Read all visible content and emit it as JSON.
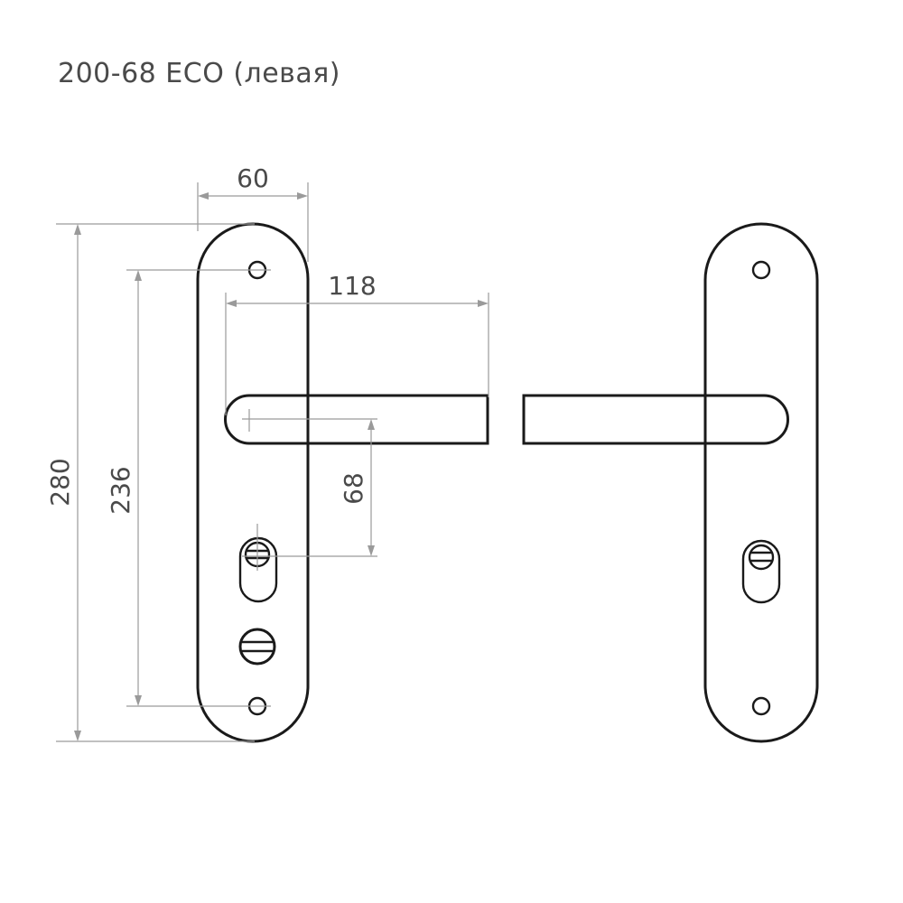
{
  "title": "200-68 ECO (левая)",
  "dimensions": {
    "width_plate": "60",
    "lever_length": "118",
    "plate_height": "280",
    "hole_spacing": "236",
    "center_distance": "68"
  }
}
